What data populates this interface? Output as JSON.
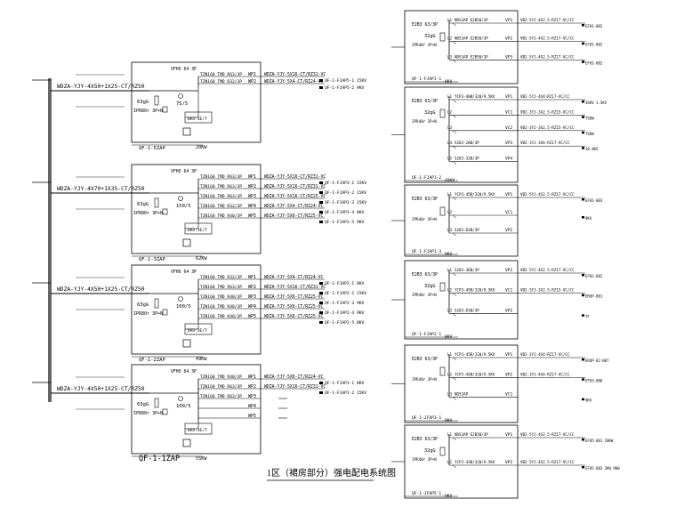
{
  "caption": "1区（裙房部分）强电配电系统图",
  "left_panels": [
    {
      "cable": "WDZA-YJY-4X50+1X25-CT/RZ50",
      "panel_id": "QF-1-5ZAP",
      "power": "20KW",
      "breaker": "63gG",
      "spd": "IPR80r 3P+N",
      "meter": "DH3-3E/T",
      "main_switch": "VFHO 64 3P",
      "ratio": "75/5",
      "circuits": [
        {
          "id": "WP1",
          "cable": "WDZA-YJY-5X16-CT/RZ31-VC",
          "dest": "QF-1-FJAP5-1 15KV",
          "breaker": "TZN160 TMD R63/3P"
        },
        {
          "id": "WP2",
          "cable": "WDZA-YJY-5X4-CT/RZ24-VC",
          "dest": "QF-1-FJAP5-2 9KV",
          "breaker": "TZN160 TMD R32/3P"
        }
      ]
    },
    {
      "cable": "WDZA-YJY-4X70+1X35-CT/RZ50",
      "panel_id": "QF-1-3ZAP",
      "power": "62KW",
      "breaker": "63gG",
      "spd": "IPR80r 3P+N",
      "meter": "DH3-3E/T",
      "main_switch": "VFHO 64 3P",
      "ratio": "150/5",
      "circuits": [
        {
          "id": "WP1",
          "cable": "WDZA-YJY-5X16-CT/RZ31-VC",
          "dest": "QF-1-FJAP3-1 15KV",
          "breaker": "TZN160 TMD R63/3P"
        },
        {
          "id": "WP2",
          "cable": "WDZA-YJY-5X16-CT/RZ31-VC",
          "dest": "QF-1-FJAP3-2 15KV",
          "breaker": "TZN160 TMD R63/3P"
        },
        {
          "id": "WP3",
          "cable": "WDZA-YJY-5X16-CT/RZ25-VC",
          "dest": "QF-1-FJAP3-3 15KV",
          "breaker": "TZN160 TMD R63/3P"
        },
        {
          "id": "WP4",
          "cable": "WDZA-YJY-5X4-CT/RZ24-VC",
          "dest": "QF-1-FJAP3-4 8KV",
          "breaker": "TZN160 TMD R32/3P"
        },
        {
          "id": "WP5",
          "cable": "WDZA-YJY-5X6-CT/RZ25-VC",
          "dest": "QF-1-FJAP3-5 9KV",
          "breaker": "TZN160 TMD R40/3P"
        }
      ]
    },
    {
      "cable": "WDZA-YJY-4X50+1X25-CT/RZ50",
      "panel_id": "QF-1-2ZAP",
      "power": "49KW",
      "breaker": "63gG",
      "spd": "IPR80r 3P+N",
      "meter": "DH3-3E/T",
      "main_switch": "VFHO 64 3P",
      "ratio": "100/5",
      "circuits": [
        {
          "id": "WP1",
          "cable": "WDZA-YJY-5X4-CT/RZ24-VC",
          "dest": "QF-1-FJAP2-1 8KV",
          "breaker": "TZN160 TMD R32/3P"
        },
        {
          "id": "WP2",
          "cable": "WDZA-YJY-5X16-CT/RZ31-VC",
          "dest": "QF-1-FJAP2-2 15KV",
          "breaker": "TZN160 TMD R63/3P"
        },
        {
          "id": "WP3",
          "cable": "WDZA-YJY-5X6-CT/RZ25-VC",
          "dest": "QF-1-FJAP2-3 9KV",
          "breaker": "TZN160 TMD R40/3P"
        },
        {
          "id": "WP4",
          "cable": "WDZA-YJY-5X6-CT/RZ25-VC",
          "dest": "QF-1-FJAP2-4 9KV",
          "breaker": "TZN160 TMD R40/3P"
        },
        {
          "id": "WP5",
          "cable": "WDZA-YJY-5X6-CT/RZ25-VC",
          "dest": "QF-1-FJAP2-5 8KV",
          "breaker": "TZN160 TMD R40/3P"
        }
      ]
    },
    {
      "cable": "WDZA-YJY-4X50+1X25-CT/RZ50",
      "panel_id": "QF-1-1ZAP",
      "power": "55KW",
      "breaker": "63gG",
      "spd": "IPR80r 3P+N",
      "meter": "DH3-3E/T",
      "main_switch": "VFHO 64 3P",
      "ratio": "100/5",
      "circuits": [
        {
          "id": "WP1",
          "cable": "WDZA-YJY-5X6-CT/RZ24-VC",
          "dest": "QF-1-FJAP1-1 8KV",
          "breaker": "TZN160 TMD R40/3P"
        },
        {
          "id": "WP2",
          "cable": "WDZA-YJY-5X16-CT/RZ31-VC",
          "dest": "QF-1-FJAP1-2 15KV",
          "breaker": "TZN160 TMD R63/3P"
        },
        {
          "id": "WP3",
          "cable": "",
          "dest": "",
          "breaker": "TZN160 TMD R63/3P"
        },
        {
          "id": "WP4",
          "cable": "",
          "dest": "",
          "breaker": ""
        },
        {
          "id": "WP5",
          "cable": "",
          "dest": "",
          "breaker": ""
        }
      ]
    }
  ],
  "right_panels": [
    {
      "label": "QF-1-FJAP1-1",
      "power": "8KV",
      "main": "E2B3 63/3P",
      "breaker": "32gG",
      "spd": "IPR40r 3P+N",
      "rows": [
        {
          "sw": "NDS3AP E2B50/3P",
          "id": "VP1",
          "cable": "VB2-5YJ-4X2.5-RZ17-VC/CC",
          "note": "EF01-002"
        },
        {
          "sw": "NDS3AP E2B50/3P",
          "id": "VP2",
          "cable": "VB2-5YJ-4X2.5-RZ17-VC/CC",
          "note": "EF01-002"
        },
        {
          "sw": "NDS3AP E2B50/3P",
          "id": "VP3",
          "cable": "VB2-5YJ-4X2.5-RZ17-VC/CC",
          "note": "EF01-002"
        }
      ]
    },
    {
      "label": "QF-1-FJAP1-2",
      "power": "15KV",
      "main": "E2B3 63/3P",
      "breaker": "32gG",
      "spd": "IPR40r 3P+N",
      "rows": [
        {
          "sw": "YCP3-40B/320/9.5KV",
          "id": "VP1",
          "cable": "VB2-5YJ-4X4-RZ17-VC/CC",
          "note": "36KV 1.5KV"
        },
        {
          "sw": "",
          "id": "VC1",
          "cable": "VB2-3YJ-3X2.5-RZ15-VC/CC",
          "note": "TSKW"
        },
        {
          "sw": "",
          "id": "VC2",
          "cable": "VB2-3YJ-3X2.5-RZ15-VC/CC",
          "note": "TSKW"
        },
        {
          "sw": "S203-20B/3P",
          "id": "VP3",
          "cable": "VB2-3YJ-3X6-RZ17-VC/CC",
          "note": "10 8KV"
        },
        {
          "sw": "S203-32B/3P",
          "id": "VP4",
          "cable": "",
          "note": ""
        }
      ]
    },
    {
      "label": "QF-1-FJAP1-3",
      "power": "9KV",
      "main": "E2B3 63/3P",
      "breaker": "",
      "spd": "IPR40r 3P+N",
      "rows": [
        {
          "sw": "YCP3-45B/320/9.5KV",
          "id": "VP1",
          "cable": "VB2-5YJ-4X2.5-RZ17-VC/CC",
          "note": "EF01-003"
        },
        {
          "sw": "",
          "id": "VC1",
          "cable": "",
          "note": "9KV"
        },
        {
          "sw": "S203-D3B/3P",
          "id": "VP2",
          "cable": "",
          "note": ""
        }
      ]
    },
    {
      "label": "QF-1-FJAP2-1",
      "power": "8KV",
      "main": "E2B3 63/3P",
      "breaker": "32gG",
      "spd": "IPR40r 3P+N",
      "rows": [
        {
          "sw": "S203-36B/3P",
          "id": "VP1",
          "cable": "VB2-5YJ-4X2.5-RZ17-VC/CC",
          "note": "EF02-002"
        },
        {
          "sw": "YCP3-45B/320/9.5KV",
          "id": "VC1",
          "cable": "VB2-3YJ-3X2.5-RZ15-VC/CC",
          "note": "ERUP-001"
        },
        {
          "sw": "S203-D3B/3P",
          "id": "VP2",
          "cable": "",
          "note": "TF"
        }
      ]
    },
    {
      "label": "QF-1-JFAP3-1",
      "power": "9KV",
      "main": "E2B3 63/3P",
      "breaker": "",
      "spd": "IPR40r 3P+N",
      "rows": [
        {
          "sw": "YCP3-45B/320/9.5KV",
          "id": "VP1",
          "cable": "VB2-3YJ-4X4-RZ17-VC/CC",
          "note": "ERUP-02-007"
        },
        {
          "sw": "YCP3-45B/320/9.5KV",
          "id": "VP2",
          "cable": "VB2-3YJ-4X4-RZ17-VC/CC",
          "note": "EF03-006"
        },
        {
          "sw": "NDS3AP",
          "id": "VC1",
          "cable": "",
          "note": "9KV"
        }
      ]
    },
    {
      "label": "QF-1-JFAP5-1",
      "power": "9KV",
      "main": "E2B3 63/3P",
      "breaker": "32gG",
      "spd": "IPR40r 3P+N",
      "rows": [
        {
          "sw": "NDS3AP E2B50/3P",
          "id": "VP1",
          "cable": "VB2-5YJ-4X2.5-RZ17-VC/CC",
          "note": "EF05-001 20KW"
        },
        {
          "sw": "YCP3-43B/320/9.5KV",
          "id": "VP2",
          "cable": "VB2-5YJ-4X2.5-RZ17-VC/CC",
          "note": "EF05-003 3KW 9KW"
        }
      ]
    }
  ]
}
